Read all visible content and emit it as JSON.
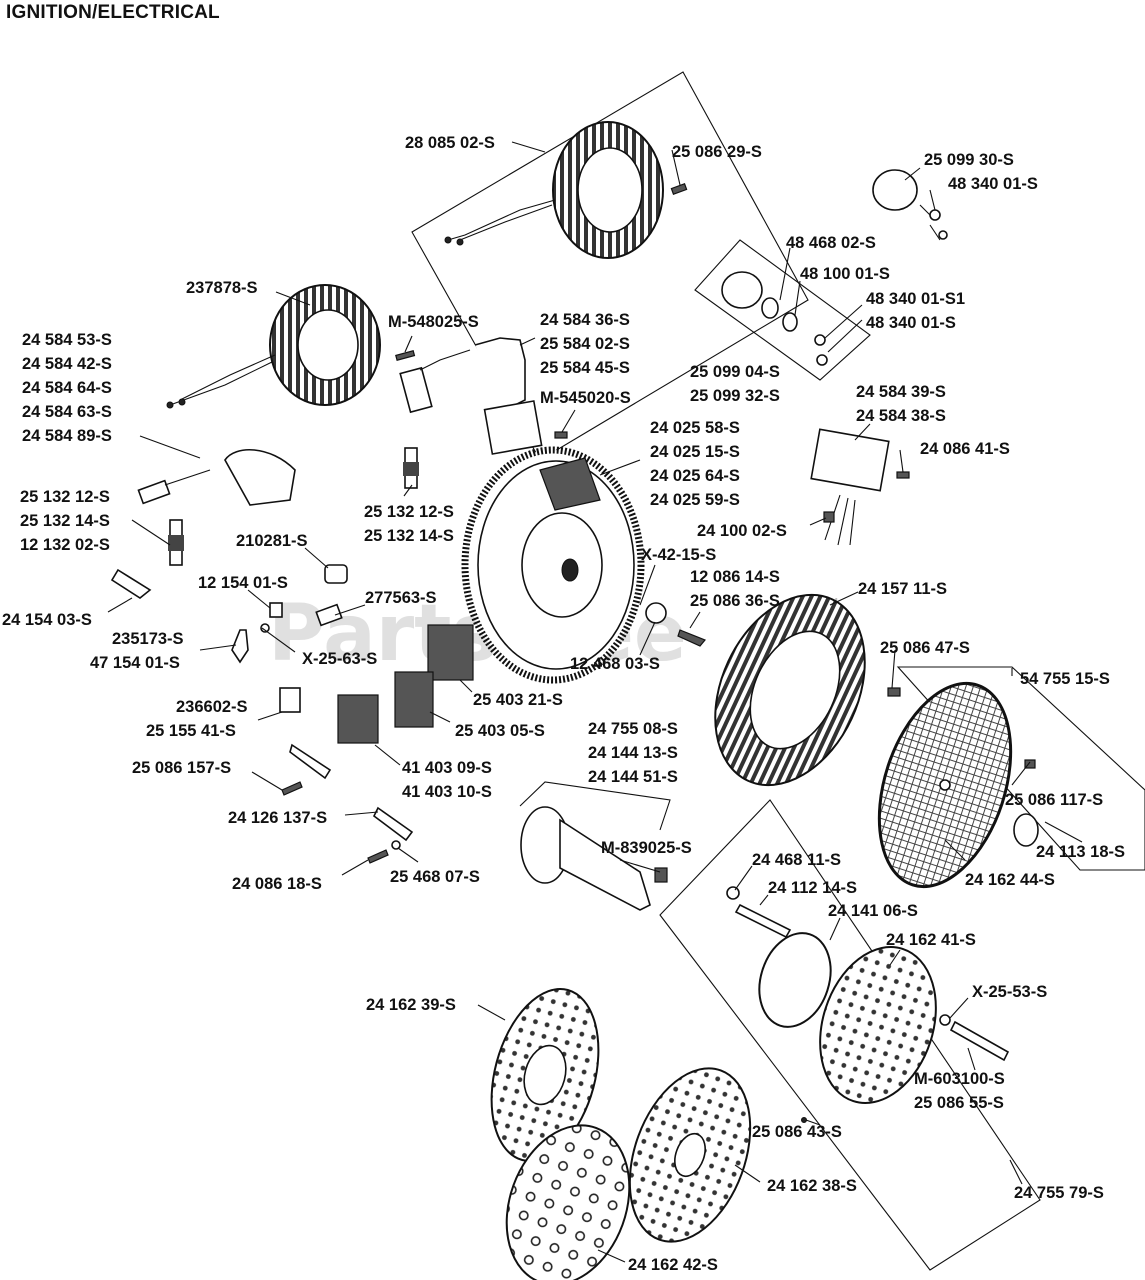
{
  "title": "IGNITION/ELECTRICAL",
  "watermark": "PartsTree",
  "watermark_tm": "TM",
  "labels": [
    {
      "id": "l1",
      "text": "28 085 02-S"
    },
    {
      "id": "l2",
      "text": "25 086 29-S"
    },
    {
      "id": "l3",
      "text": "25 099 30-S"
    },
    {
      "id": "l4",
      "text": "48 340 01-S"
    },
    {
      "id": "l5",
      "text": "48 468 02-S"
    },
    {
      "id": "l6",
      "text": "48 100 01-S"
    },
    {
      "id": "l7",
      "text": "48 340 01-S1"
    },
    {
      "id": "l8",
      "text": "48 340 01-S"
    },
    {
      "id": "l9",
      "text": "25 099 04-S"
    },
    {
      "id": "l10",
      "text": "25 099 32-S"
    },
    {
      "id": "l11",
      "text": "237878-S"
    },
    {
      "id": "l12",
      "text": "M-548025-S"
    },
    {
      "id": "l13",
      "text": "24 584 36-S"
    },
    {
      "id": "l14",
      "text": "25 584 02-S"
    },
    {
      "id": "l15",
      "text": "25 584 45-S"
    },
    {
      "id": "l16",
      "text": "24 584 53-S"
    },
    {
      "id": "l17",
      "text": "24 584 42-S"
    },
    {
      "id": "l18",
      "text": "24 584 64-S"
    },
    {
      "id": "l19",
      "text": "24 584 63-S"
    },
    {
      "id": "l20",
      "text": "24 584 89-S"
    },
    {
      "id": "l21",
      "text": "M-545020-S"
    },
    {
      "id": "l22",
      "text": "24 584 39-S"
    },
    {
      "id": "l23",
      "text": "24 584 38-S"
    },
    {
      "id": "l24",
      "text": "24 025 58-S"
    },
    {
      "id": "l25",
      "text": "24 025 15-S"
    },
    {
      "id": "l26",
      "text": "24 025 64-S"
    },
    {
      "id": "l27",
      "text": "24 025 59-S"
    },
    {
      "id": "l28",
      "text": "24 086 41-S"
    },
    {
      "id": "l29",
      "text": "24 100 02-S"
    },
    {
      "id": "l30",
      "text": "25 132 12-S"
    },
    {
      "id": "l31",
      "text": "25 132 14-S"
    },
    {
      "id": "l32",
      "text": "12 132 02-S"
    },
    {
      "id": "l33",
      "text": "25 132 12-S"
    },
    {
      "id": "l34",
      "text": "25 132 14-S"
    },
    {
      "id": "l35",
      "text": "210281-S"
    },
    {
      "id": "l36",
      "text": "X-42-15-S"
    },
    {
      "id": "l37",
      "text": "12 086 14-S"
    },
    {
      "id": "l38",
      "text": "25 086 36-S"
    },
    {
      "id": "l39",
      "text": "24 157 11-S"
    },
    {
      "id": "l40",
      "text": "12 154 01-S"
    },
    {
      "id": "l41",
      "text": "277563-S"
    },
    {
      "id": "l42",
      "text": "24 154 03-S"
    },
    {
      "id": "l43",
      "text": "235173-S"
    },
    {
      "id": "l44",
      "text": "47 154 01-S"
    },
    {
      "id": "l45",
      "text": "X-25-63-S"
    },
    {
      "id": "l46",
      "text": "12 468 03-S"
    },
    {
      "id": "l47",
      "text": "25 086 47-S"
    },
    {
      "id": "l48",
      "text": "54 755 15-S"
    },
    {
      "id": "l49",
      "text": "25 403 21-S"
    },
    {
      "id": "l50",
      "text": "236602-S"
    },
    {
      "id": "l51",
      "text": "25 155 41-S"
    },
    {
      "id": "l52",
      "text": "25 403 05-S"
    },
    {
      "id": "l53",
      "text": "24 755 08-S"
    },
    {
      "id": "l54",
      "text": "24 144 13-S"
    },
    {
      "id": "l55",
      "text": "24 144 51-S"
    },
    {
      "id": "l56",
      "text": "25 086 157-S"
    },
    {
      "id": "l57",
      "text": "41 403 09-S"
    },
    {
      "id": "l58",
      "text": "41 403 10-S"
    },
    {
      "id": "l59",
      "text": "25 086 117-S"
    },
    {
      "id": "l60",
      "text": "24 126 137-S"
    },
    {
      "id": "l61",
      "text": "24 113 18-S"
    },
    {
      "id": "l62",
      "text": "M-839025-S"
    },
    {
      "id": "l63",
      "text": "24 162 44-S"
    },
    {
      "id": "l64",
      "text": "24 086 18-S"
    },
    {
      "id": "l65",
      "text": "25 468 07-S"
    },
    {
      "id": "l66",
      "text": "24 468 11-S"
    },
    {
      "id": "l67",
      "text": "24 112 14-S"
    },
    {
      "id": "l68",
      "text": "24 141 06-S"
    },
    {
      "id": "l69",
      "text": "24 162 41-S"
    },
    {
      "id": "l70",
      "text": "X-25-53-S"
    },
    {
      "id": "l71",
      "text": "24 162 39-S"
    },
    {
      "id": "l72",
      "text": "M-603100-S"
    },
    {
      "id": "l73",
      "text": "25 086 55-S"
    },
    {
      "id": "l74",
      "text": "25 086 43-S"
    },
    {
      "id": "l75",
      "text": "24 162 38-S"
    },
    {
      "id": "l76",
      "text": "24 755 79-S"
    },
    {
      "id": "l77",
      "text": "24 162 42-S"
    }
  ]
}
